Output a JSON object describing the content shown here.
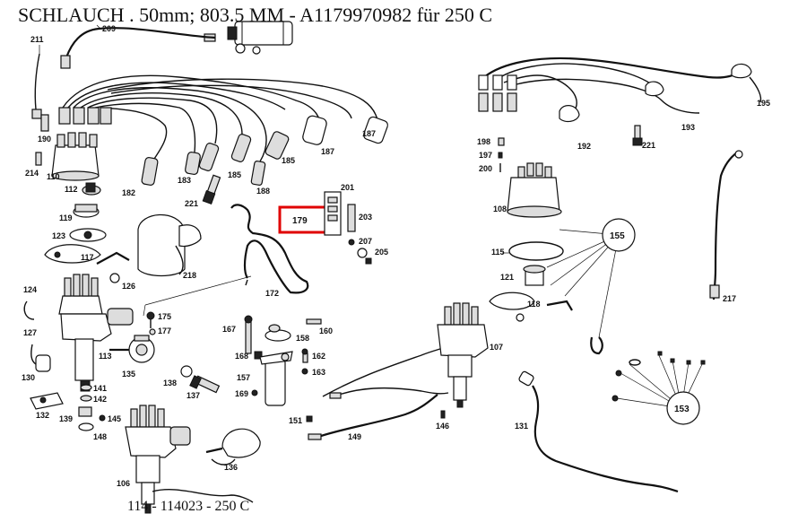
{
  "title": "SCHLAUCH . 50mm; 803.5 MM - A1179970982 für 250 C",
  "footer": "114 - 114023 - 250 C",
  "highlight": {
    "label": "179",
    "color": "#e00000"
  },
  "callouts": {
    "c155": "155",
    "c153": "153"
  },
  "labels": {
    "l211": "211",
    "l209": "209",
    "l190": "190",
    "l214": "214",
    "l110": "110",
    "l112": "112",
    "l119": "119",
    "l123": "123",
    "l117": "117",
    "l126": "126",
    "l124": "124",
    "l127": "127",
    "l130": "130",
    "l141": "141",
    "l142": "142",
    "l132": "132",
    "l139": "139",
    "l145": "145",
    "l148": "148",
    "l113": "113",
    "l135": "135",
    "l175": "175",
    "l177": "177",
    "l138": "138",
    "l137": "137",
    "l106": "106",
    "l136": "136",
    "l182": "182",
    "l183": "183",
    "l185a": "185",
    "l185b": "185",
    "l187a": "187",
    "l187b": "187",
    "l188": "188",
    "l221a": "221",
    "l218": "218",
    "l172": "172",
    "l201": "201",
    "l203": "203",
    "l207": "207",
    "l205": "205",
    "l167": "167",
    "l168": "168",
    "l160": "160",
    "l158": "158",
    "l162": "162",
    "l163": "163",
    "l157": "157",
    "l169": "169",
    "l151": "151",
    "l149": "149",
    "l146": "146",
    "l107": "107",
    "l131": "131",
    "l108": "108",
    "l115": "115",
    "l121": "121",
    "l118": "118",
    "l198": "198",
    "l197": "197",
    "l200": "200",
    "l192": "192",
    "l193": "193",
    "l195": "195",
    "l221b": "221",
    "l217": "217"
  }
}
